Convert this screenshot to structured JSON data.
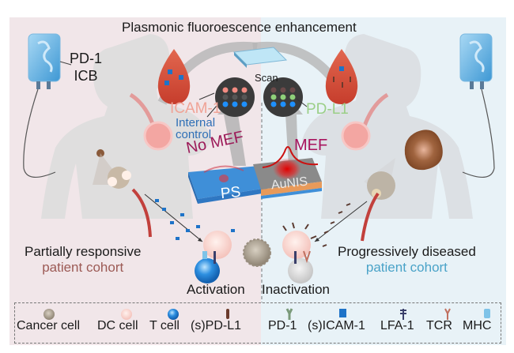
{
  "title": "Plasmonic fluoroescence enhancement",
  "treatment": {
    "line1": "PD-1",
    "line2": "ICB"
  },
  "scan_label": "Scan",
  "left_readout": {
    "marker": "ICAM-1",
    "control_line1": "Internal",
    "control_line2": "control"
  },
  "right_readout": {
    "marker": "PD-L1"
  },
  "substrates": {
    "left": {
      "label": "PS",
      "effect": "No MEF"
    },
    "right": {
      "label": "AuNIS",
      "effect": "MEF"
    }
  },
  "cohorts": {
    "left": {
      "line1": "Partially responsive",
      "line2": "patient cohort",
      "state": "Activation"
    },
    "right": {
      "line1": "Progressively diseased",
      "line2": "patient cohort",
      "state": "Inactivation"
    }
  },
  "legend": [
    {
      "icon": "cancer-cell-icon",
      "label": "Cancer cell"
    },
    {
      "icon": "dc-cell-icon",
      "label": "DC cell"
    },
    {
      "icon": "t-cell-icon",
      "label": "T cell"
    },
    {
      "icon": "pdl1-icon",
      "label": "(s)PD-L1"
    },
    {
      "icon": "pd1-icon",
      "label": "PD-1"
    },
    {
      "icon": "icam1-icon",
      "label": "(s)ICAM-1"
    },
    {
      "icon": "lfa1-icon",
      "label": "LFA-1"
    },
    {
      "icon": "tcr-icon",
      "label": "TCR"
    },
    {
      "icon": "mhc-icon",
      "label": "MHC"
    }
  ],
  "colors": {
    "left_bg": "#f1e6e9",
    "right_bg": "#e8f2f7",
    "icam_text": "#f0a396",
    "control_text": "#2e6fb6",
    "pdl1_text": "#9bcf88",
    "mef_text": "#a8145e",
    "partial_sub": "#9c5a55",
    "progr_sub": "#4aa3c8"
  }
}
